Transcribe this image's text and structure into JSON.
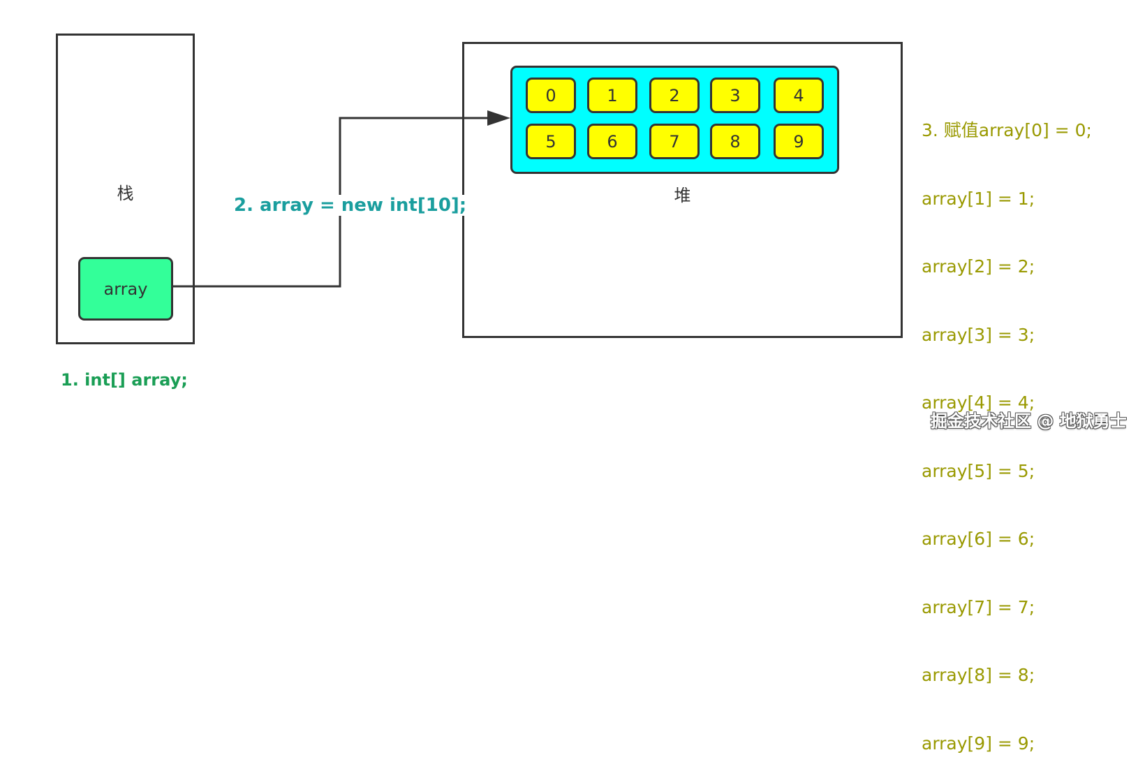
{
  "stack": {
    "label": "栈",
    "variable": "array"
  },
  "heap": {
    "label": "堆",
    "cells": [
      "0",
      "1",
      "2",
      "3",
      "4",
      "5",
      "6",
      "7",
      "8",
      "9"
    ]
  },
  "steps": {
    "step1": "1. int[] array;",
    "step2": "2. array = new int[10];",
    "step3_lines": [
      "3. 赋值array[0] = 0;",
      "array[1] = 1;",
      "array[2] = 2;",
      "array[3] = 3;",
      "array[4] = 4;",
      "array[5] = 5;",
      "array[6] = 6;",
      "array[7] = 7;",
      "array[8] = 8;",
      "array[9] = 9;"
    ]
  },
  "watermark": "掘金技术社区 @ 地狱勇士",
  "colors": {
    "stack_var_fill": "#33ff99",
    "heap_container_fill": "#00ffff",
    "cell_fill": "#ffff00",
    "step1_text": "#1a9e55",
    "step2_text": "#1a9e9e",
    "step3_text": "#999900",
    "outline": "#333333"
  }
}
